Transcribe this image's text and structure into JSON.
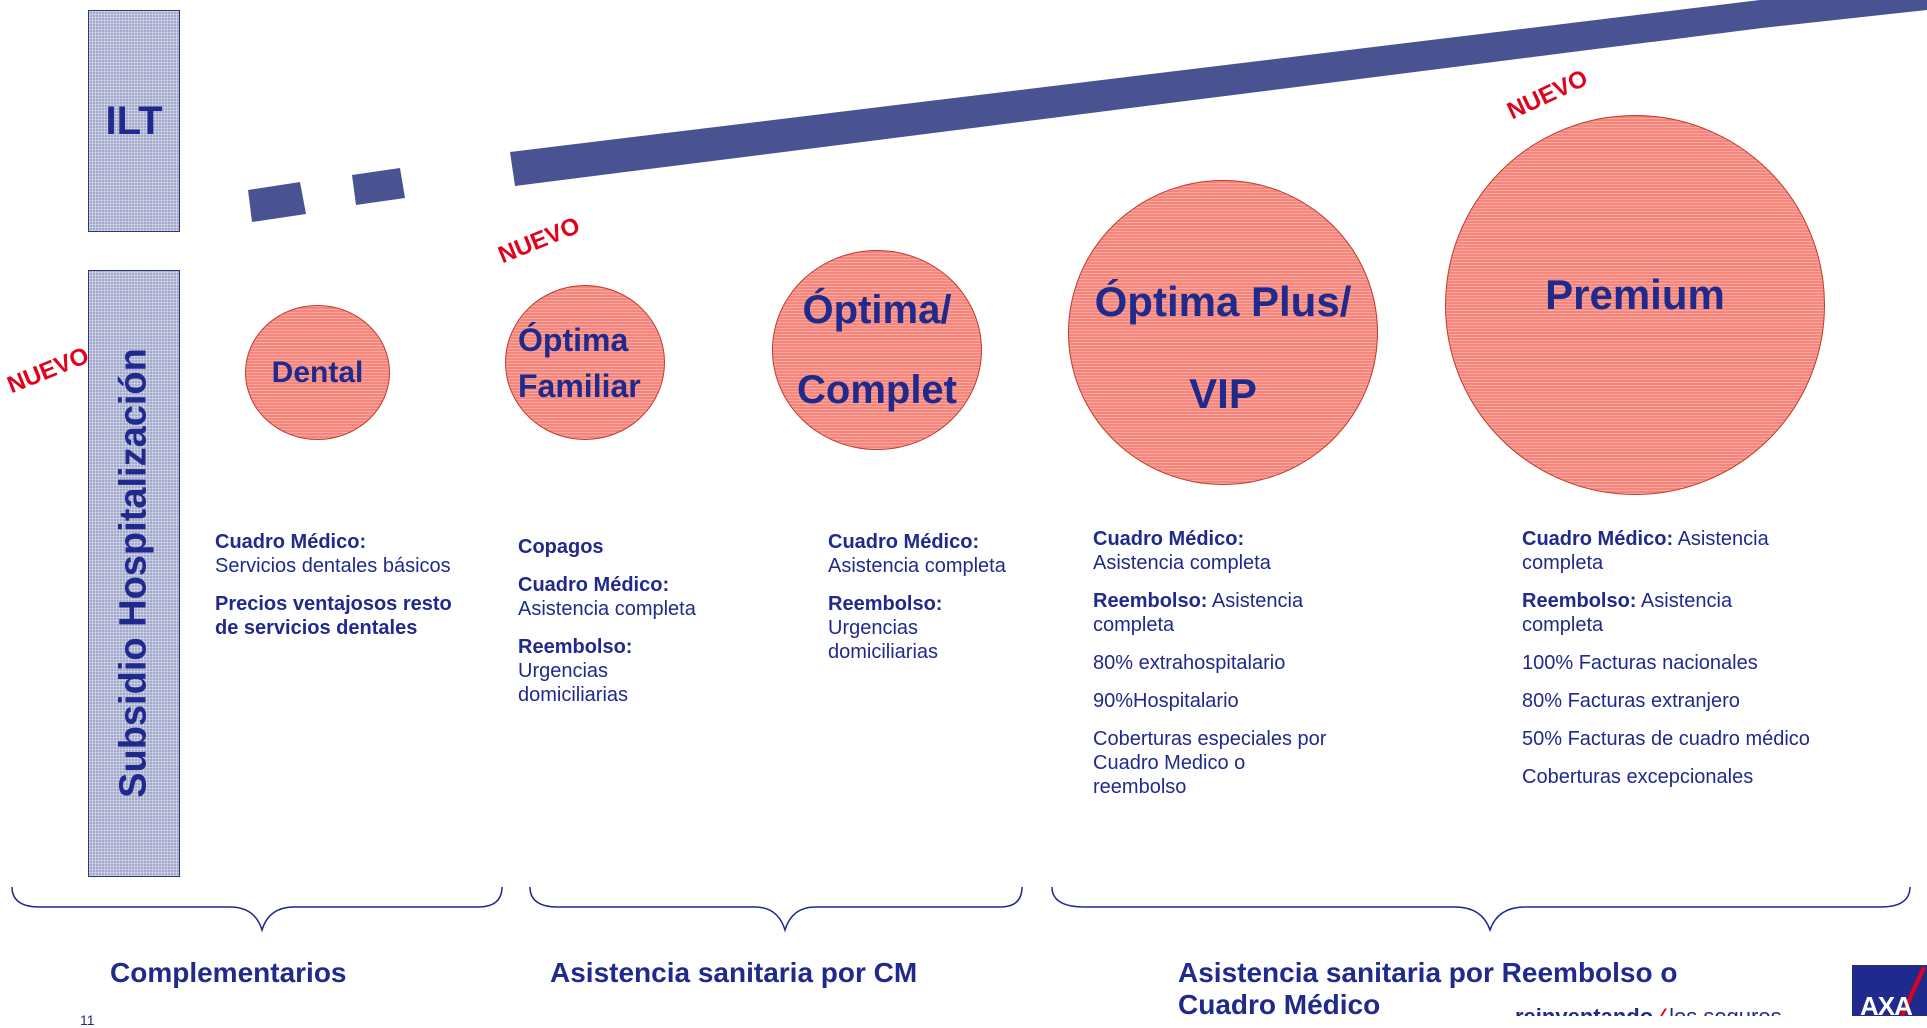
{
  "sidebar": {
    "top_label": "ILT",
    "side_label": "Subsidio Hospitalización",
    "left_badge": "NUEVO"
  },
  "products": [
    {
      "name_lines": [
        "Dental"
      ],
      "badge": ""
    },
    {
      "name_lines": [
        "Óptima",
        "Familiar"
      ],
      "badge": "NUEVO"
    },
    {
      "name_lines": [
        "Óptima/",
        "Complet"
      ],
      "badge": ""
    },
    {
      "name_lines": [
        "Óptima Plus/",
        "VIP"
      ],
      "badge": ""
    },
    {
      "name_lines": [
        "Premium"
      ],
      "badge": "NUEVO"
    }
  ],
  "details": {
    "dental": {
      "cuadro_title": "Cuadro Médico:",
      "cuadro_text": "Servicios dentales básicos",
      "precios": "Precios ventajosos resto de servicios dentales"
    },
    "familiar": {
      "copagos": "Copagos",
      "cuadro_title": "Cuadro Médico:",
      "cuadro_text": "Asistencia completa",
      "reembolso_title": "Reembolso:",
      "reembolso_text": "Urgencias domiciliarias"
    },
    "complet": {
      "cuadro_title": "Cuadro Médico:",
      "cuadro_text": "Asistencia completa",
      "reembolso_title": "Reembolso:",
      "reembolso_text": "Urgencias domiciliarias"
    },
    "vip": {
      "cuadro_title": "Cuadro Médico:",
      "cuadro_text": "Asistencia completa",
      "reembolso_title": "Reembolso:",
      "reembolso_text": "Asistencia completa",
      "lines": [
        "80% extrahospitalario",
        "90%Hospitalario",
        "Coberturas especiales por Cuadro Medico o reembolso"
      ]
    },
    "premium": {
      "cuadro_title": "Cuadro Médico:",
      "cuadro_text": "Asistencia completa",
      "reembolso_title": "Reembolso:",
      "reembolso_text": "Asistencia completa",
      "lines": [
        "100% Facturas nacionales",
        "80% Facturas extranjero",
        "50% Facturas de cuadro médico",
        "Coberturas excepcionales"
      ]
    }
  },
  "groups": [
    {
      "label": "Complementarios"
    },
    {
      "label": "Asistencia sanitaria por CM"
    },
    {
      "label": "Asistencia sanitaria por Reembolso o Cuadro Médico"
    }
  ],
  "footer": {
    "page_number": "11",
    "slogan_left": "reinventando",
    "slogan_right": "los seguros",
    "logo_text": "AXA"
  },
  "colors": {
    "navy": "#1f2a8c",
    "arrow": "#4a5391",
    "red": "#e3001b",
    "circle_fill": "#f5867c",
    "sidebar_fill": "#a3a9cc"
  }
}
